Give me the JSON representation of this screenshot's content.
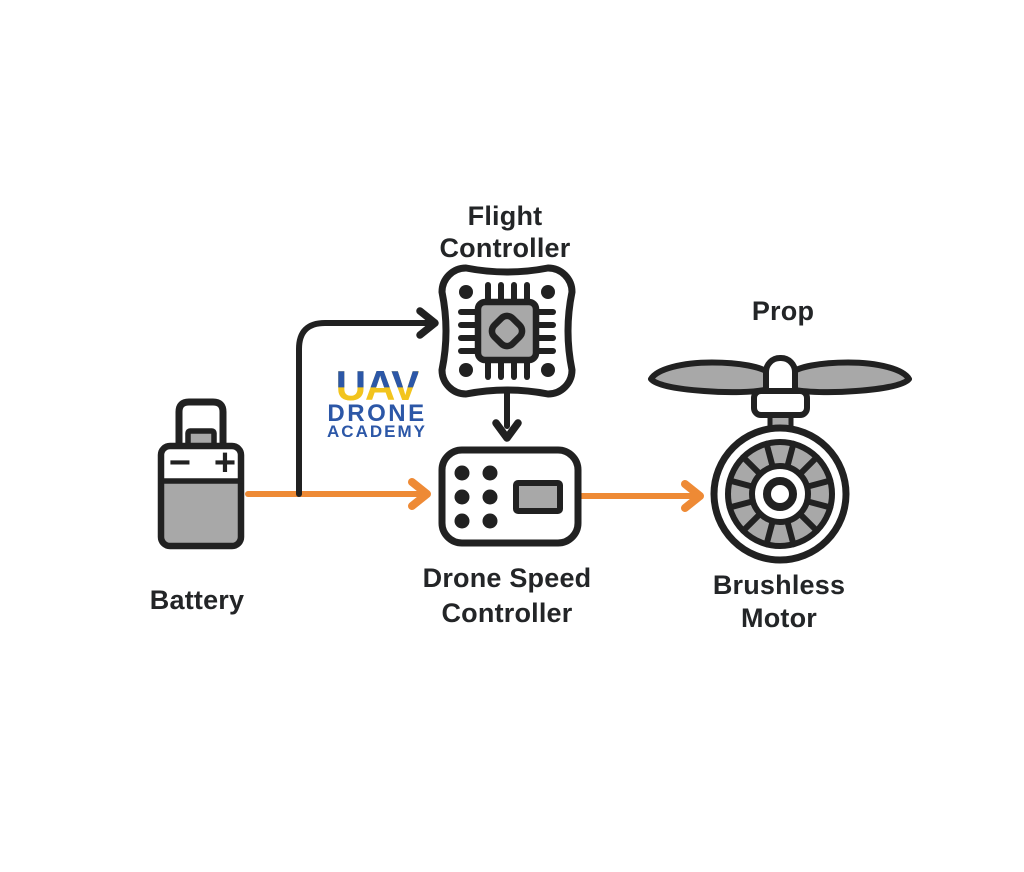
{
  "page": {
    "background": "#FFFFFF"
  },
  "logo": {
    "line1": "UAV",
    "line2": "DRONE",
    "line3": "ACADEMY"
  },
  "nodes": {
    "flight_controller": {
      "label_line1": "Flight",
      "label_line2": "Controller",
      "icon": "flight-controller-chip-icon"
    },
    "battery": {
      "label": "Battery",
      "icon": "battery-icon",
      "terminal_minus": "−",
      "terminal_plus": "+"
    },
    "speed_controller": {
      "label_line1": "Drone Speed",
      "label_line2": "Controller",
      "icon": "esc-board-icon"
    },
    "prop": {
      "label": "Prop",
      "icon": "propeller-icon"
    },
    "brushless_motor": {
      "label_line1": "Brushless",
      "label_line2": "Motor",
      "icon": "brushless-motor-icon"
    }
  },
  "connections": [
    {
      "from": "Battery",
      "to": "Flight Controller",
      "style": "black-arrow"
    },
    {
      "from": "Battery",
      "to": "Drone Speed Controller",
      "style": "orange-arrow"
    },
    {
      "from": "Flight Controller",
      "to": "Drone Speed Controller",
      "style": "black-arrow"
    },
    {
      "from": "Drone Speed Controller",
      "to": "Brushless Motor",
      "style": "orange-arrow"
    }
  ],
  "colors": {
    "background": "#FFFFFF",
    "outline": "#212121",
    "fill_gray": "#A8A8A8",
    "accent_orange": "#EE8A35",
    "label": "#232527",
    "logo_blue": "#2C57A7",
    "logo_yellow": "#F2C41D"
  }
}
